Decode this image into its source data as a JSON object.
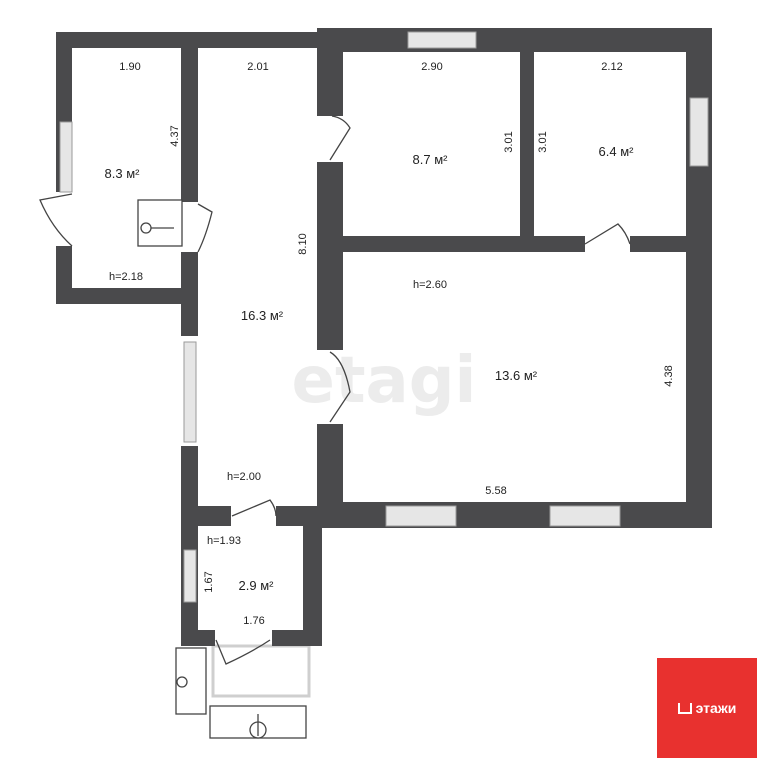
{
  "rooms": [
    {
      "area": "8.3 м²",
      "height": "h=2.18",
      "dims": [
        "1.90",
        "4.37"
      ]
    },
    {
      "area": "16.3 м²",
      "height": "h=2.00",
      "dims": [
        "2.01",
        "8.10"
      ]
    },
    {
      "area": "8.7 м²",
      "dims": [
        "2.90",
        "3.01"
      ]
    },
    {
      "area": "6.4 м²",
      "dims": [
        "2.12",
        "3.01"
      ]
    },
    {
      "area": "13.6 м²",
      "height": "h=2.60",
      "dims": [
        "5.58",
        "4.38"
      ]
    },
    {
      "area": "2.9 м²",
      "height": "h=1.93",
      "dims": [
        "1.67",
        "1.76"
      ]
    }
  ],
  "watermark": "etagi",
  "badge": {
    "label": "этажи",
    "color": "#e8312f"
  },
  "colors": {
    "wall": "#4a4a4c",
    "window": "#e6e6e6",
    "door_line": "#444444"
  }
}
